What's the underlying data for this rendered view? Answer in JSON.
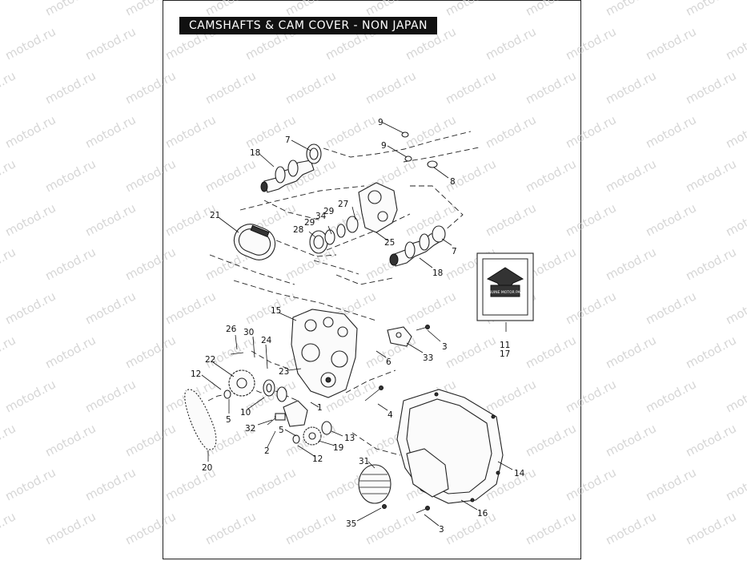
{
  "title": "CAMSHAFTS & CAM COVER - NON JAPAN",
  "watermark": "motod.ru",
  "logo_text": "GENUINE MOTOR PARTS",
  "callouts": [
    {
      "id": "c9a",
      "label": "9"
    },
    {
      "id": "c9b",
      "label": "9"
    },
    {
      "id": "c7a",
      "label": "7"
    },
    {
      "id": "c18a",
      "label": "18"
    },
    {
      "id": "c8",
      "label": "8"
    },
    {
      "id": "c21",
      "label": "21"
    },
    {
      "id": "c27",
      "label": "27"
    },
    {
      "id": "c29a",
      "label": "29"
    },
    {
      "id": "c34",
      "label": "34"
    },
    {
      "id": "c29b",
      "label": "29"
    },
    {
      "id": "c28",
      "label": "28"
    },
    {
      "id": "c25",
      "label": "25"
    },
    {
      "id": "c7b",
      "label": "7"
    },
    {
      "id": "c18b",
      "label": "18"
    },
    {
      "id": "c15",
      "label": "15"
    },
    {
      "id": "c26",
      "label": "26"
    },
    {
      "id": "c30",
      "label": "30"
    },
    {
      "id": "c24",
      "label": "24"
    },
    {
      "id": "c3a",
      "label": "3"
    },
    {
      "id": "c33",
      "label": "33"
    },
    {
      "id": "c11",
      "label": "11"
    },
    {
      "id": "c17",
      "label": "17"
    },
    {
      "id": "c22",
      "label": "22"
    },
    {
      "id": "c23",
      "label": "23"
    },
    {
      "id": "c6",
      "label": "6"
    },
    {
      "id": "c12a",
      "label": "12"
    },
    {
      "id": "c10",
      "label": "10"
    },
    {
      "id": "c5a",
      "label": "5"
    },
    {
      "id": "c1",
      "label": "1"
    },
    {
      "id": "c4",
      "label": "4"
    },
    {
      "id": "c32",
      "label": "32"
    },
    {
      "id": "c5b",
      "label": "5"
    },
    {
      "id": "c13",
      "label": "13"
    },
    {
      "id": "c19",
      "label": "19"
    },
    {
      "id": "c2",
      "label": "2"
    },
    {
      "id": "c12b",
      "label": "12"
    },
    {
      "id": "c20",
      "label": "20"
    },
    {
      "id": "c31",
      "label": "31"
    },
    {
      "id": "c14",
      "label": "14"
    },
    {
      "id": "c16",
      "label": "16"
    },
    {
      "id": "c35",
      "label": "35"
    },
    {
      "id": "c3b",
      "label": "3"
    }
  ]
}
